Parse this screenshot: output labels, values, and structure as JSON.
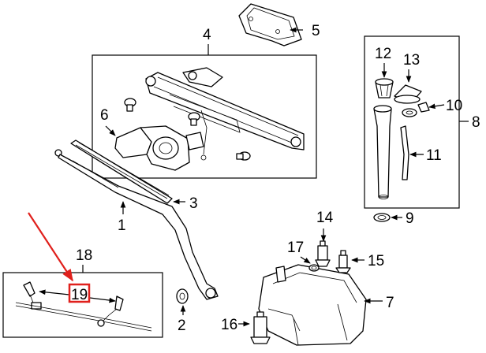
{
  "callouts": {
    "n1": "1",
    "n2": "2",
    "n3": "3",
    "n4": "4",
    "n5": "5",
    "n6": "6",
    "n7": "7",
    "n8": "8",
    "n9": "9",
    "n10": "10",
    "n11": "11",
    "n12": "12",
    "n13": "13",
    "n14": "14",
    "n15": "15",
    "n16": "16",
    "n17": "17",
    "n18": "18",
    "n19": "19"
  },
  "colors": {
    "highlight": "#e0201c",
    "line": "#000000",
    "background": "#ffffff"
  }
}
